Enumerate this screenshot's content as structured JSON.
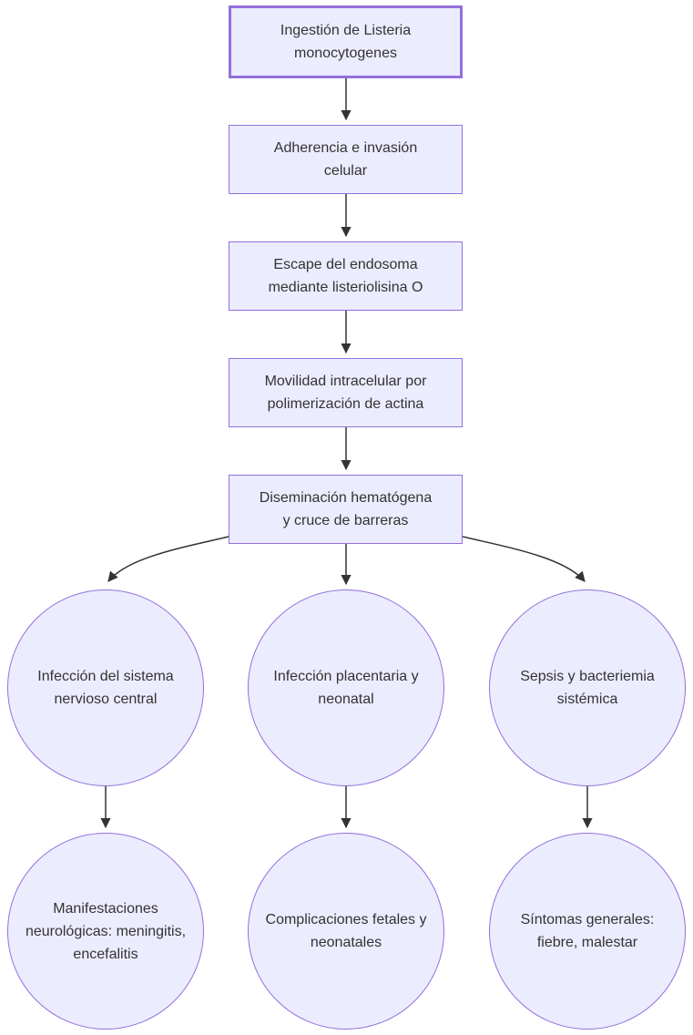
{
  "colors": {
    "background": "#ffffff",
    "node-fill": "#ECECFF",
    "node-border": "#9370DB",
    "text": "#333333",
    "arrow": "#333333"
  },
  "diagram": {
    "type": "flowchart",
    "direction": "top-down",
    "nodes": {
      "ingestion": {
        "shape": "rect-thick",
        "label": "Ingestión de Listeria\nmonocytogenes"
      },
      "adherencia": {
        "shape": "rect",
        "label": "Adherencia e invasión\ncelular"
      },
      "escape": {
        "shape": "rect",
        "label": "Escape del endosoma\nmediante listeriolisina O"
      },
      "movilidad": {
        "shape": "rect",
        "label": "Movilidad intracelular por\npolimerización de actina"
      },
      "diseminacion": {
        "shape": "rect",
        "label": "Diseminación hematógena\ny cruce de barreras"
      },
      "snc": {
        "shape": "circle",
        "label": "Infección del sistema\nnervioso central"
      },
      "placentaria": {
        "shape": "circle",
        "label": "Infección placentaria y\nneonatal"
      },
      "sepsis": {
        "shape": "circle",
        "label": "Sepsis y bacteriemia\nsistémica"
      },
      "neurologicas": {
        "shape": "circle",
        "label": "Manifestaciones\nneurológicas: meningitis,\nencefalitis"
      },
      "fetales": {
        "shape": "circle",
        "label": "Complicaciones fetales y\nneonatales"
      },
      "sintomas": {
        "shape": "circle",
        "label": "Síntomas generales:\nfiebre, malestar"
      }
    },
    "edges": [
      {
        "from": "ingestion",
        "to": "adherencia"
      },
      {
        "from": "adherencia",
        "to": "escape"
      },
      {
        "from": "escape",
        "to": "movilidad"
      },
      {
        "from": "movilidad",
        "to": "diseminacion"
      },
      {
        "from": "diseminacion",
        "to": "snc"
      },
      {
        "from": "diseminacion",
        "to": "placentaria"
      },
      {
        "from": "diseminacion",
        "to": "sepsis"
      },
      {
        "from": "snc",
        "to": "neurologicas"
      },
      {
        "from": "placentaria",
        "to": "fetales"
      },
      {
        "from": "sepsis",
        "to": "sintomas"
      }
    ]
  }
}
